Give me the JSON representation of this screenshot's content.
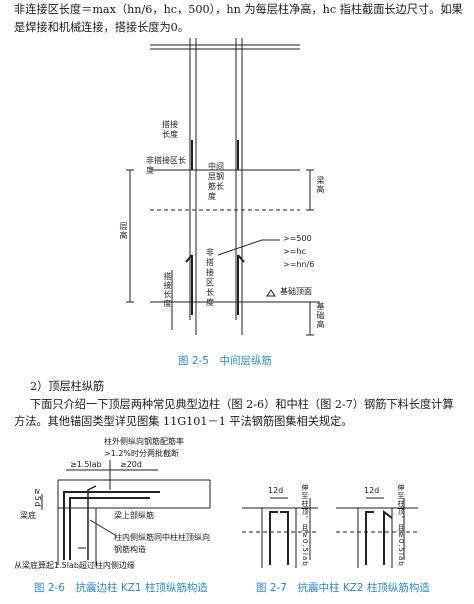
{
  "intro": {
    "line1": "非连接区长度＝max（hn/6，hc，500），hn 为每层柱净高，hc 指柱截面长边尺寸。如果",
    "line2": "是焊接和机械连接，搭接长度为0。"
  },
  "fig25": {
    "caption": "图 2-5　中间层纵筋",
    "labels": {
      "lap_top": "搭接长度",
      "non_lap_top": "非搭接区长度",
      "mid_rebar": "中间层钢筋长度",
      "beam_height": "梁高",
      "floor_height": "层高",
      "non_lap_bottom": "非搭接区长度",
      "lap_bottom": "搭接长度",
      "cond1": ">=500",
      "cond2": ">=hc",
      "cond3": ">=hn/6",
      "foundation_top": "基础顶面",
      "foundation_height": "基础高"
    }
  },
  "section": {
    "heading": "2）顶层柱纵筋",
    "body_line1": "下面只介绍一下顶层两种常见典型边柱（图 2-6）和中柱（图 2-7）钢筋下料长度计算",
    "body_line2": "方法。其他锚固类型详见图集 11G101－1 平法钢筋图集相关规定。"
  },
  "fig26": {
    "caption": "图 2-6　抗震边柱 KZ1 柱顶纵筋构造",
    "labels": {
      "ratio1": "柱外侧纵向钢筋配筋率",
      "ratio2": ">1.2%时分两批截断",
      "len1": "≥1.5lab",
      "len2": "≥20d",
      "len3": "≥5d",
      "beam_bottom": "梁底",
      "beam_top_rebar": "梁上部纵筋",
      "inner1": "柱内侧纵筋同中柱柱顶纵向",
      "inner2": "钢筋构造",
      "note": "从梁底算起1.5lab超过柱内侧边缘"
    }
  },
  "fig27": {
    "caption": "图 2-7　抗震中柱 KZ2 柱顶纵筋构造",
    "labels": {
      "d1": "12d",
      "d2": "12d",
      "v1": "伸至柱顶，且≥0.5lab",
      "v2": "伸至柱顶，且≥0.5lab"
    }
  }
}
